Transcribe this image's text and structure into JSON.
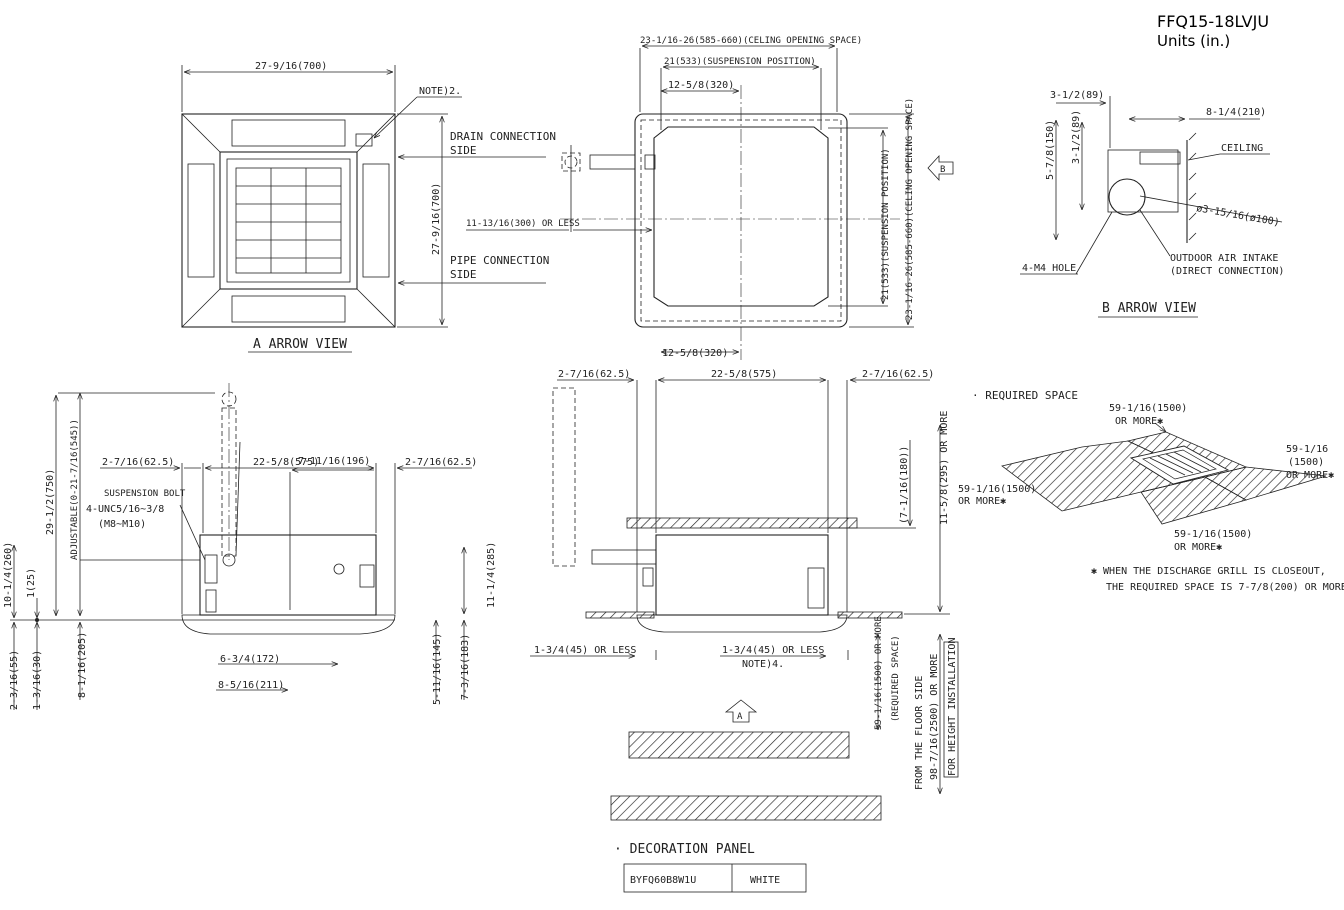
{
  "header": {
    "model": "FFQ15-18LVJU",
    "units": "Units (in.)"
  },
  "topview": {
    "dim_width": "27-9/16(700)",
    "dim_height": "27-9/16(700)",
    "note": "NOTE)2.",
    "drain_side": [
      "DRAIN CONNECTION",
      "SIDE"
    ],
    "pipe_side": [
      "PIPE CONNECTION",
      "SIDE"
    ],
    "title": "A ARROW VIEW"
  },
  "center": {
    "dim_opening": "23-1/16-26(585-660)(CELING OPENING SPACE)",
    "dim_susp": "21(533)(SUSPENSION POSITION)",
    "dim_half_top": "12-5/8(320)",
    "dim_half_bottom": "12-5/8(320)",
    "dim_pipe": "11-13/16(300) OR LESS",
    "dim_v_susp": "21(533)(SUSPENSION POSITION)",
    "dim_v_open": "23-1/16-26(585-660)(CELING OPENING SPACE)",
    "arrow_b": "B"
  },
  "bview": {
    "d1": "3-1/2(89)",
    "d2": "8-1/4(210)",
    "d3": "5-7/8(150)",
    "d4": "3-1/2(89)",
    "ceiling": "CEILING",
    "dia": "ø3-15/16(ø100)",
    "intake": [
      "OUTDOOR AIR INTAKE",
      "(DIRECT CONNECTION)"
    ],
    "hole": "4-M4 HOLE",
    "title": "B ARROW VIEW"
  },
  "sideview": {
    "d_total": "29-1/2(750)",
    "d_adj": "ADJUSTABLE(0-21-7/16(545))",
    "d_left": "2-7/16(62.5)",
    "d_mid": "22-5/8(575)",
    "d_right": "2-7/16(62.5)",
    "d_196": "7-11/16(196)",
    "bolt": [
      "SUSPENSION BOLT",
      "4-UNC5/16~3/8",
      "(M8~M10)"
    ],
    "d_260": "10-1/4(260)",
    "d_25": "1(25)",
    "d_285": "11-1/4(285)",
    "d_205": "8-1/16(205)",
    "d_55": "2-3/16(55)",
    "d_30": "1-3/16(30)",
    "d_172": "6-3/4(172)",
    "d_211": "8-5/16(211)",
    "d_145": "5-11/16(145)",
    "d_183": "7-3/16(183)"
  },
  "frontview": {
    "d_left": "2-7/16(62.5)",
    "d_mid": "22-5/8(575)",
    "d_right": "2-7/16(62.5)",
    "d_180": "(7-1/16(180))",
    "d_295": "11-5/8(295) OR MORE",
    "d_45a": "1-3/4(45) OR LESS",
    "d_45b": "1-3/4(45) OR LESS",
    "note4": "NOTE)4.",
    "arrow_a": "A",
    "d_1500": "59-1/16(1500) OR MORE",
    "req": "(REQUIRED SPACE)",
    "floor": [
      "FROM THE FLOOR SIDE",
      "98-7/16(2500) OR MORE"
    ],
    "height": "FOR HEIGHT INSTALLATION"
  },
  "space": {
    "title": "· REQUIRED SPACE",
    "top": [
      "59-1/16(1500)",
      "OR MORE✱"
    ],
    "right": [
      "59-1/16",
      "(1500)",
      "OR MORE✱"
    ],
    "left": [
      "59-1/16(1500)",
      "OR MORE✱"
    ],
    "bottom": [
      "59-1/16(1500)",
      "OR MORE✱"
    ],
    "note": [
      "✱ WHEN THE DISCHARGE GRILL IS CLOSEOUT,",
      "THE REQUIRED SPACE IS 7-7/8(200) OR MORE."
    ]
  },
  "panel": {
    "title": "· DECORATION PANEL",
    "model": "BYFQ60B8W1U",
    "color": "WHITE"
  }
}
